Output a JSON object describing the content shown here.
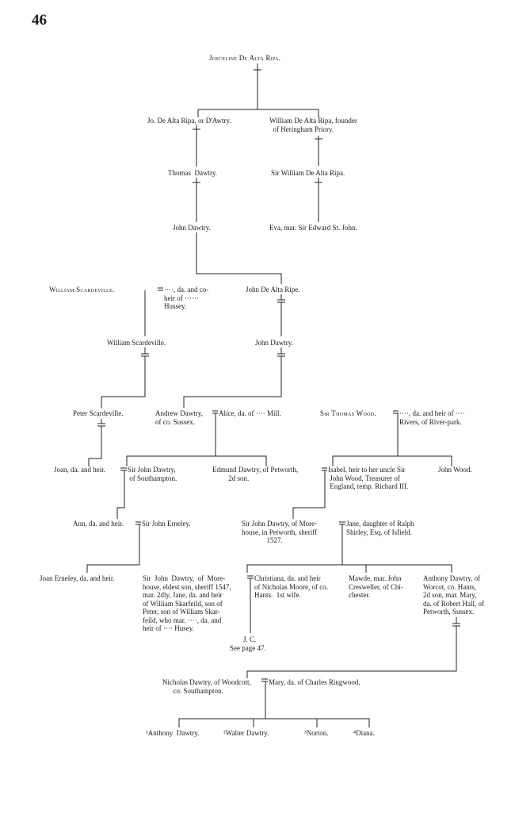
{
  "page_number": "46",
  "people": {
    "josceline": "Josceline De Alta Ripa.",
    "jo_de_alta_ripa": "Jo. De Alta Ripa, or D'Awtry.",
    "william_founder": "William De Alta Ripa, founder\n  of Heringham Priory.",
    "thomas_dawtry": "Thomas  Dawtry.",
    "sir_william_de_alta_ripa": "Sir William De Alta Ripa.",
    "john_dawtry_1": "John Dawtry.",
    "eva": "Eva, mar. Sir Edward St. John.",
    "william_scardeville": "William Scardeville.",
    "scardeville_wife": "····, da. and co-\nheir of ······\nHussey.",
    "john_de_alta_ripe": "John De Alta Ripe.",
    "william_scardeville_2": "William Scardeville.",
    "john_dawtry_2": "John Dawtry.",
    "peter_scardeville": "Peter Scardeville.",
    "andrew_dawtry": "Andrew Dawtry,\nof co. Sussex.",
    "alice": "Alice, da. of ···· Mill.",
    "sir_thomas_wood": "Sir Thomas Wood.",
    "wood_wife": "····, da. and heir of ····\nRivers, of River-park.",
    "joan_heir": "Joan, da. and heir.",
    "sir_john_dawtry_southampton": "Sir John Dawtry,\n of Southampton.",
    "edmund_dawtry": "Edmund Dawtry, of Petworth,\n         2d son.",
    "isabel": "Isabel, heir to her uncle Sir\n John Wood, Treasurer of\n England, temp. Richard III.",
    "john_wood": "John Wood.",
    "ann_heir": "Ann, da. and heir.",
    "sir_john_erneley": "Sir John Erneley.",
    "sir_john_dawtry_morehouse": "Sir John Dawtry, of More-\nhouse, in Petworth, sheriff\n              1527.",
    "jane_shirley": "Jane, daughter of Ralph\nShirley, Esq. of Isfield.",
    "joan_erneley": "Joan Erneley, da. and heir.",
    "sir_john_dawtry_1547": "Sir  John  Dawtry,  of  More-\nhouse, eldest son, sheriff 1547,\nmar. 2dly, Jane, da. and heir\nof William Skarfeild, son of\nPeter, son of William Skar-\nfeild, who mar. ····, da. and\nheir of ···· Husey.",
    "christiana": "Christiana, da. and heir\nof Nicholas Moore, of co.\nHants.  1st wife.",
    "mawde": "Mawde, mar. John\nCresweller, of Chi-\nchester.",
    "anthony_dawtry_worcot": "Anthony Dawtry, of\nWorcot, co. Hants,\n2d son, mar. Mary,\nda. of Robert Hall, of\nPetworth, Sussex.",
    "jc": "J. C.",
    "see_page": "See page 47.",
    "nicholas_dawtry": "Nicholas Dawtry, of Woodcott,\n      co. Southampton.",
    "mary_ringwood": "Mary, da. of Charles Ringwood.",
    "anthony_dawtry_child": "¹Anthony  Dawtry.",
    "walter_dawtry": "²Walter Dawtry.",
    "norton": "³Norton.",
    "diana": "⁴Diana."
  }
}
